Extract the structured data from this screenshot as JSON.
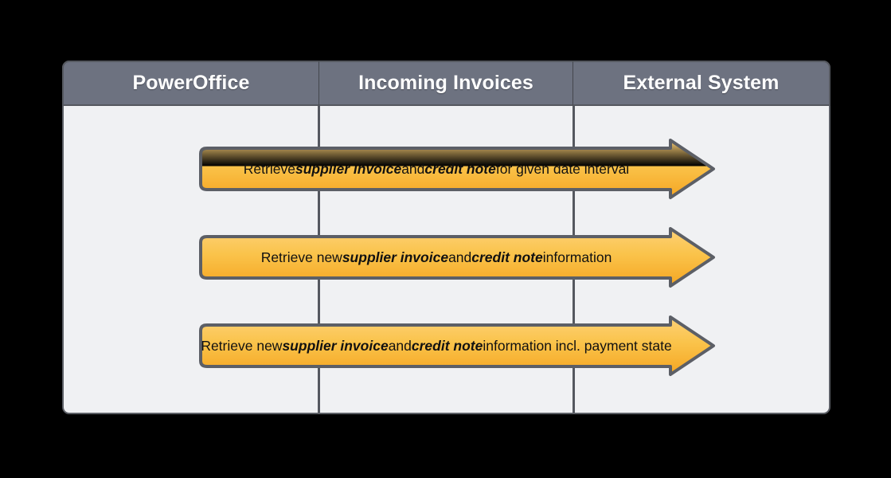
{
  "diagram": {
    "type": "swimlane-sequence",
    "background_color": "#000000",
    "lane_background_color": "#f0f1f3",
    "header_color": "#6d7280",
    "header_text_color": "#ffffff",
    "arrow_fill_top": "#fbc85a",
    "arrow_fill_mid": "#f9b233",
    "arrow_fill_bottom": "#f5a623",
    "arrow_stroke_color": "#5c5f66",
    "lane_divider_color": "#55585f"
  },
  "lanes": [
    {
      "label": "PowerOffice"
    },
    {
      "label": "Incoming Invoices"
    },
    {
      "label": "External System"
    }
  ],
  "arrows": [
    {
      "direction": "right",
      "segments": [
        {
          "text": "Retrieve ",
          "emphasis": false
        },
        {
          "text": "supplier invoice",
          "emphasis": true
        },
        {
          "text": " and ",
          "emphasis": false
        },
        {
          "text": "credit note",
          "emphasis": true
        },
        {
          "text": " for given date interval",
          "emphasis": false
        }
      ]
    },
    {
      "direction": "right",
      "segments": [
        {
          "text": "Retrieve new ",
          "emphasis": false
        },
        {
          "text": "supplier invoice",
          "emphasis": true
        },
        {
          "text": " and ",
          "emphasis": false
        },
        {
          "text": "credit note",
          "emphasis": true
        },
        {
          "text": " information",
          "emphasis": false
        }
      ]
    },
    {
      "direction": "right",
      "segments": [
        {
          "text": "Retrieve new ",
          "emphasis": false
        },
        {
          "text": "supplier invoice",
          "emphasis": true
        },
        {
          "text": " and ",
          "emphasis": false
        },
        {
          "text": "credit note",
          "emphasis": true
        },
        {
          "text": " information incl. payment state",
          "emphasis": false
        }
      ]
    }
  ]
}
